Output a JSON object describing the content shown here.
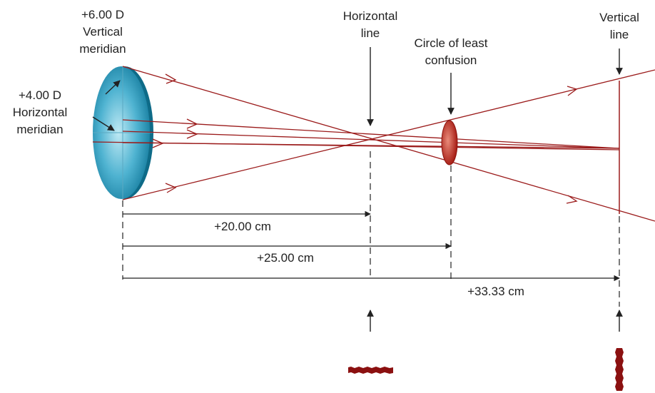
{
  "labels": {
    "vertical_power": "+6.00 D",
    "vertical_word": "Vertical",
    "vertical_meridian": "meridian",
    "horizontal_power": "+4.00 D",
    "horizontal_word": "Horizontal",
    "horizontal_meridian": "meridian",
    "hline_top": "Horizontal",
    "hline_bottom": "line",
    "clc_top": "Circle of least",
    "clc_bottom": "confusion",
    "vline_top": "Vertical",
    "vline_bottom": "line"
  },
  "distances": {
    "d1": "+20.00 cm",
    "d2": "+25.00 cm",
    "d3": "+33.33 cm"
  },
  "colors": {
    "ray": "#9b1b1b",
    "lens_light": "#8fd3e6",
    "lens_dark": "#1683a6",
    "blur_mark": "#8b1010",
    "text": "#222222"
  }
}
